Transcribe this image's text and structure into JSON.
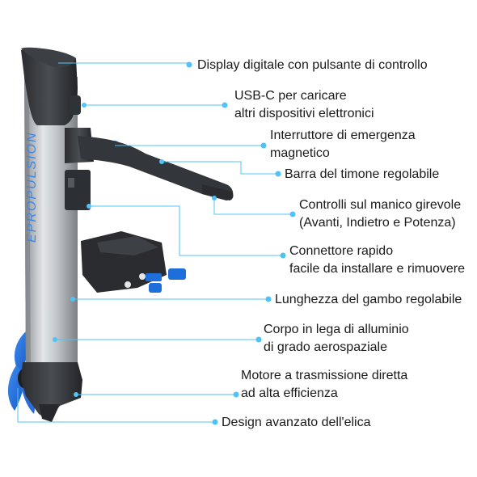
{
  "brand": {
    "logo_text": "EPROPULSION"
  },
  "colors": {
    "leader_line": "#4fc3f7",
    "accent_blue": "#1e6fd9",
    "shaft_silver": "#c9ccd0",
    "housing_dark": "#3a3d41"
  },
  "callouts": [
    {
      "id": "display",
      "lines": [
        "Display digitale con pulsante di controllo"
      ]
    },
    {
      "id": "usbc",
      "lines": [
        "USB-C per caricare",
        "altri dispositivi elettronici"
      ]
    },
    {
      "id": "kill_switch",
      "lines": [
        "Interruttore di emergenza",
        "magnetico"
      ]
    },
    {
      "id": "tiller",
      "lines": [
        "Barra del timone regolabile"
      ]
    },
    {
      "id": "twist_grip",
      "lines": [
        "Controlli sul manico girevole",
        "(Avanti, Indietro e Potenza)"
      ]
    },
    {
      "id": "quick_connector",
      "lines": [
        "Connettore rapido",
        "facile da installare e rimuovere"
      ]
    },
    {
      "id": "shaft_length",
      "lines": [
        "Lunghezza del gambo regolabile"
      ]
    },
    {
      "id": "body",
      "lines": [
        "Corpo in lega di alluminio",
        "di grado aerospaziale"
      ]
    },
    {
      "id": "motor",
      "lines": [
        "Motore a trasmissione diretta",
        "ad alta efficienza"
      ]
    },
    {
      "id": "propeller",
      "lines": [
        "Design avanzato dell'elica"
      ]
    }
  ]
}
